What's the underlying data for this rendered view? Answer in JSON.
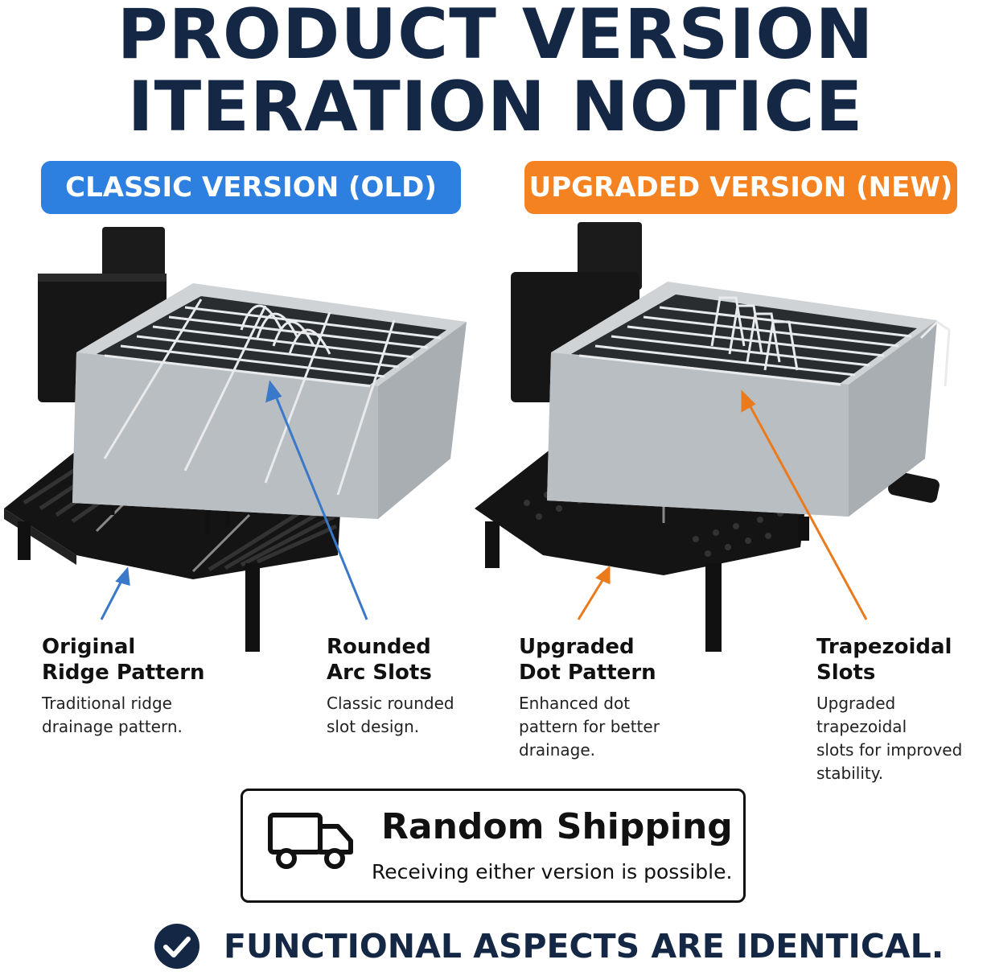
{
  "title": {
    "line1": "PRODUCT VERSION",
    "line2": "ITERATION NOTICE"
  },
  "versions": {
    "old_label": "CLASSIC VERSION (OLD)",
    "new_label": "UPGRADED VERSION (NEW)"
  },
  "colors": {
    "title": "#142846",
    "old_badge": "#2d7fe0",
    "new_badge": "#f58220"
  },
  "features": [
    {
      "heading_line1": "Original",
      "heading_line2": "Ridge Pattern",
      "desc_line1": "Traditional ridge",
      "desc_line2": "drainage pattern.",
      "desc_line3": ""
    },
    {
      "heading_line1": "Rounded",
      "heading_line2": "Arc Slots",
      "desc_line1": "Classic rounded",
      "desc_line2": "slot design.",
      "desc_line3": ""
    },
    {
      "heading_line1": "Upgraded",
      "heading_line2": "Dot Pattern",
      "desc_line1": "Enhanced dot",
      "desc_line2": "pattern for better",
      "desc_line3": "drainage."
    },
    {
      "heading_line1": "Trapezoidal",
      "heading_line2": "Slots",
      "desc_line1": "Upgraded trapezoidal",
      "desc_line2": "slots for improved",
      "desc_line3": "stability."
    }
  ],
  "shipping": {
    "title": "Random Shipping",
    "subtitle": "Receiving either version is possible.",
    "icon": "truck-icon"
  },
  "footer": {
    "text": "FUNCTIONAL ASPECTS ARE IDENTICAL.",
    "icon": "check-circle-icon"
  }
}
